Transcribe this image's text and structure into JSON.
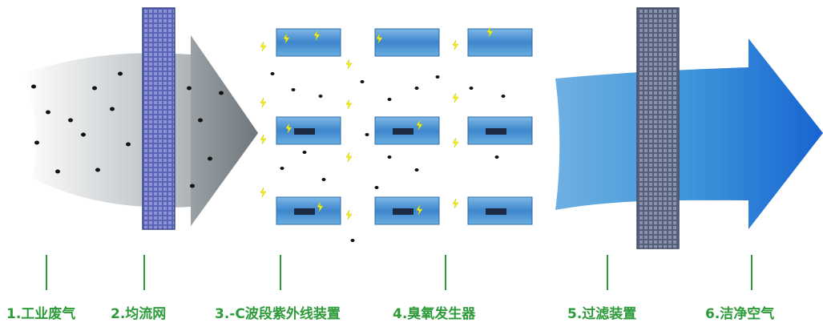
{
  "colors": {
    "label_green": "#2e9b3a",
    "mesh_blue": "#5c66b8",
    "uv_yellow": "#f2f21a",
    "lamp_bar": "#1d2a44",
    "tube_blue": "#3f88cf",
    "clean_air_blue": "#1f6fd6",
    "waste_gas_gray": "#9aa0a6"
  },
  "icons": [
    "particle-icon",
    "uv-spark-icon"
  ],
  "stages": [
    {
      "label": "1.工业废气"
    },
    {
      "label": "2.均流网"
    },
    {
      "label": "3.-C波段紫外线装置"
    },
    {
      "label": "4.臭氧发生器"
    },
    {
      "label": "5.过滤装置"
    },
    {
      "label": "6.洁净空气"
    }
  ]
}
